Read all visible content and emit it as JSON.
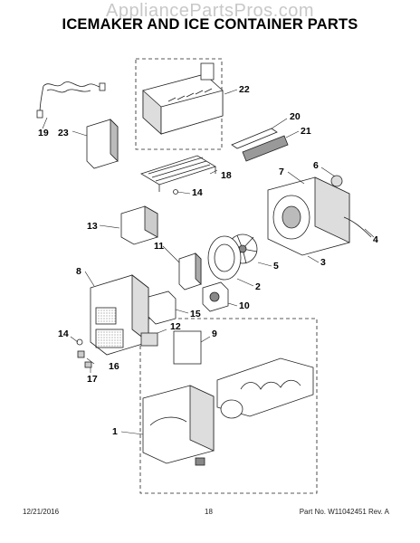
{
  "watermark": "AppliancePartsPros.com",
  "title": "ICEMAKER AND ICE CONTAINER PARTS",
  "callouts": [
    "22",
    "19",
    "23",
    "20",
    "21",
    "18",
    "14",
    "7",
    "6",
    "13",
    "4",
    "3",
    "11",
    "5",
    "2",
    "8",
    "10",
    "15",
    "12",
    "9",
    "14",
    "16",
    "17",
    "1"
  ],
  "footer": {
    "date": "12/21/2016",
    "page": "18",
    "part_number": "Part No. W11042451  Rev. A"
  },
  "colors": {
    "line": "#222222",
    "part_fill": "#ffffff",
    "shade": "#8a8a8a"
  }
}
